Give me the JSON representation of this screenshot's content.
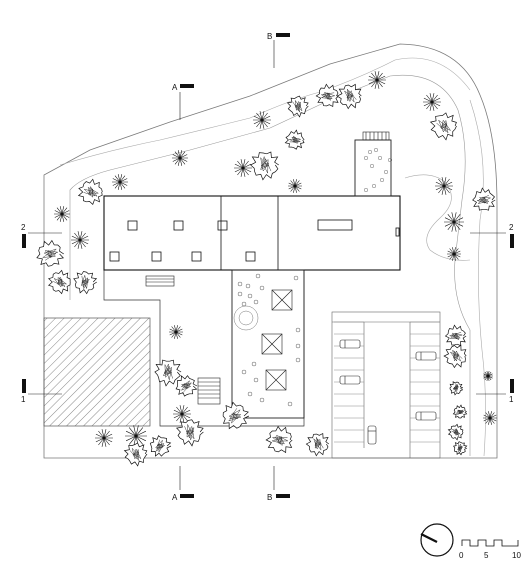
{
  "drawing": {
    "type": "site plan",
    "section_markers": {
      "section_a": "A",
      "section_b": "B",
      "section_1": "1",
      "section_2": "2"
    },
    "scale_bar": {
      "ticks": [
        "0",
        "5",
        "10"
      ]
    },
    "colors": {
      "line": "#111111",
      "light_line": "#7a7a7a",
      "tree_fill": "#ffffff"
    }
  }
}
